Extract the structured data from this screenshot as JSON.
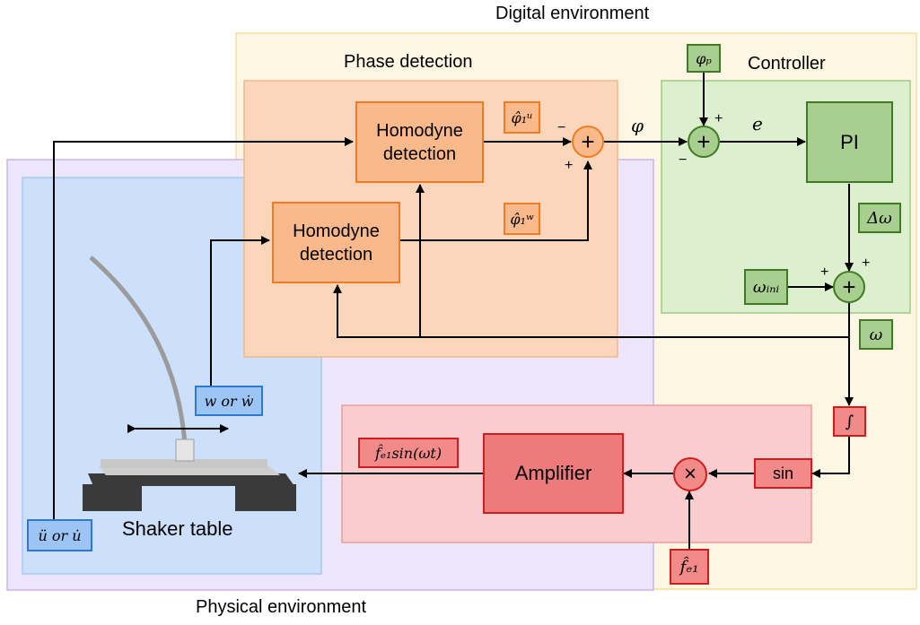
{
  "regions": {
    "digital_label": "Digital environment",
    "physical_label": "Physical environment",
    "phase_label": "Phase detection",
    "controller_label": "Controller"
  },
  "blocks": {
    "homodyne_top": "Homodyne detection",
    "homodyne_bottom": "Homodyne detection",
    "pi": "PI",
    "amplifier": "Amplifier"
  },
  "signals": {
    "phi_u": "φ̂₁ᵘ",
    "phi_w": "φ̂₁ʷ",
    "phi": "φ",
    "phi_p": "φₚ",
    "e": "e",
    "delta_omega": "Δω",
    "omega_ini": "ωᵢₙᵢ",
    "omega": "ω",
    "integral": "∫",
    "sin": "sin",
    "f_e1": "f̂ₑ₁",
    "drive": "f̂ₑ₁sin(ωt)",
    "w_tag": "w or ẇ",
    "u_tag": "ü or u̇",
    "shaker": "Shaker table"
  },
  "sum_signs": {
    "phase_minus": "−",
    "phase_plus": "+",
    "ctrl_plus": "+",
    "ctrl_minus": "−",
    "omega_plus_left": "+",
    "omega_plus_top": "+",
    "plus_glyph": "+",
    "times_glyph": "×"
  },
  "colors": {
    "digital_border": "#f3df9a",
    "physical_border": "#c9b3ef",
    "phase_fill": "#fbd6bb",
    "controller_fill": "#dcefcf",
    "actuation_fill": "#f9cdcd",
    "plant_fill": "#cde0fb"
  }
}
